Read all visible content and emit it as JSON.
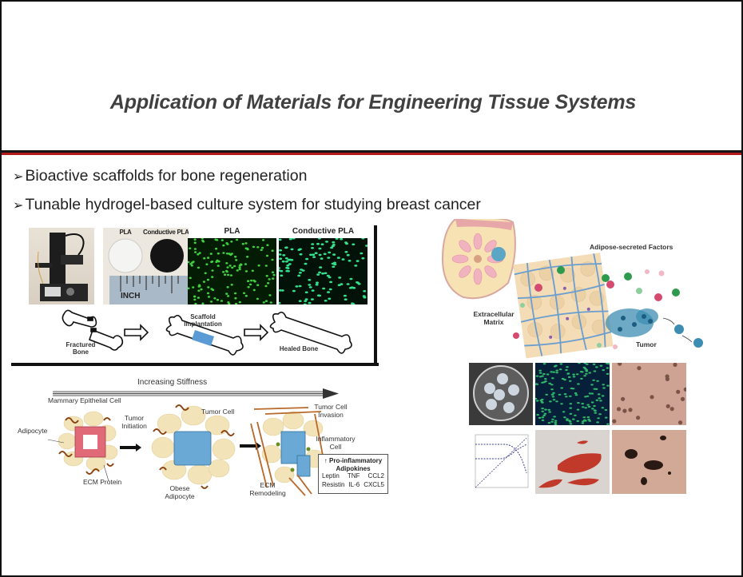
{
  "slide": {
    "title": "Application of Materials for Engineering Tissue Systems",
    "colors": {
      "title": "#404040",
      "rule_black": "#141414",
      "rule_red": "#b31a1a",
      "text": "#222222"
    },
    "bullets": [
      {
        "marker": "➢",
        "text": "Bioactive scaffolds for bone regeneration"
      },
      {
        "marker": "➢",
        "text": "Tunable hydrogel-based culture system for studying breast cancer"
      }
    ]
  },
  "bone_figure": {
    "disc_labels": [
      "PLA",
      "Conductive PLA"
    ],
    "ruler_label": "INCH",
    "micrograph_labels": [
      "PLA",
      "Conductive PLA"
    ],
    "steps": [
      "Fractured Bone",
      "Scaffold Implantation",
      "Healed Bone"
    ]
  },
  "stiffness_figure": {
    "axis_label": "Increasing Stiffness",
    "labels": {
      "mammary": "Mammary Epithelial Cell",
      "adipocyte": "Adipocyte",
      "ecm_protein": "ECM Protein",
      "tumor_initiation": "Tumor Initiation",
      "tumor_cell": "Tumor Cell",
      "obese_adipocyte": "Obese Adipocyte",
      "ecm_remodeling": "ECM Remodeling",
      "tumor_invasion": "Tumor Cell Invasion",
      "inflammatory_cell": "Inflammatory Cell"
    },
    "adipokines": {
      "heading_arrow": "↑",
      "heading": "Pro-inflammatory Adipokines",
      "rows": [
        [
          "Leptin",
          "TNF",
          "CCL2"
        ],
        [
          "Resistin",
          "IL-6",
          "CXCL5"
        ]
      ]
    }
  },
  "breast_figure": {
    "labels": {
      "factors": "Adipose-secreted Factors",
      "ecm": "Extracellular Matrix",
      "tumor": "Tumor"
    }
  }
}
